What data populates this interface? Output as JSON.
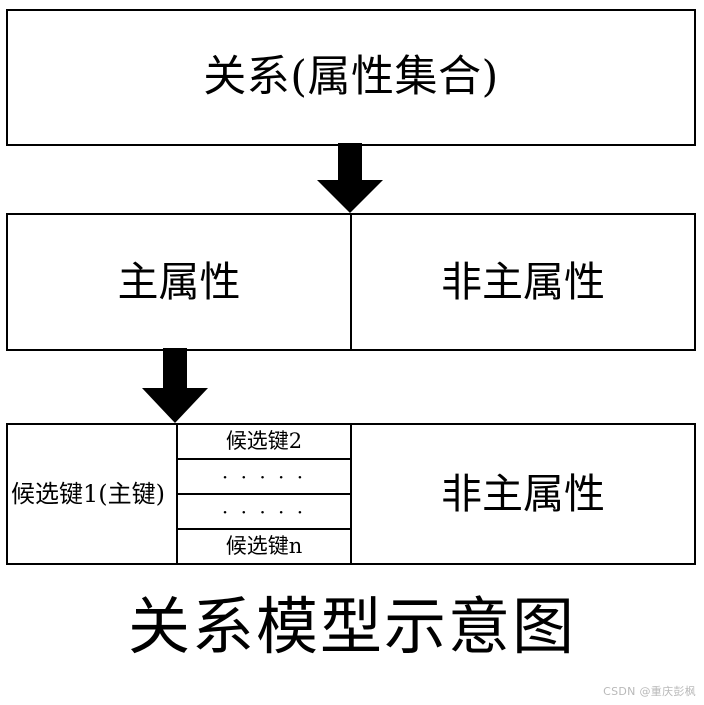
{
  "diagram": {
    "caption": "关系模型示意图",
    "watermark": "CSDN @重庆彭枫",
    "colors": {
      "stroke": "#000000",
      "background": "#ffffff",
      "watermark": "#b9b9b9"
    },
    "rows": {
      "relation": {
        "label": "关系(属性集合)"
      },
      "attributes": {
        "prime": "主属性",
        "non_prime": "非主属性"
      },
      "keys": {
        "primary_key": "候选键1(主键)",
        "other_keys": [
          "候选键2",
          "· · · · ·",
          "· · · · ·",
          "候选键n"
        ],
        "non_prime": "非主属性"
      }
    },
    "arrows": [
      {
        "name": "relation-to-attributes",
        "direction": "down"
      },
      {
        "name": "prime-to-keys",
        "direction": "down"
      }
    ]
  }
}
